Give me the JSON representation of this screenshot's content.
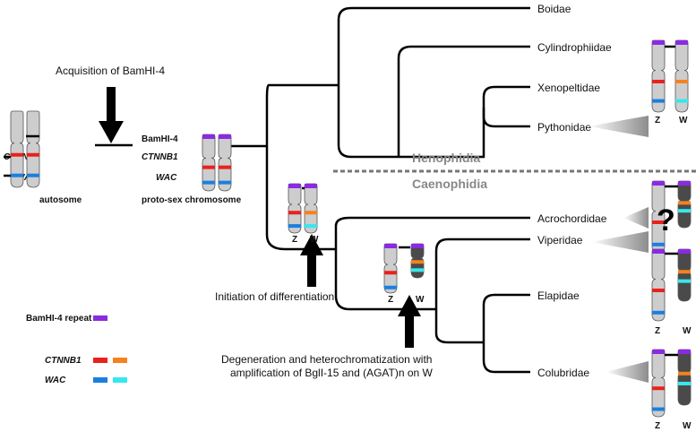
{
  "taxa": {
    "boidae": "Boidae",
    "cylindrophiidae": "Cylindrophiidae",
    "xenopeltidae": "Xenopeltidae",
    "pythonidae": "Pythonidae",
    "acrochordidae": "Acrochordidae",
    "viperidae": "Viperidae",
    "elapidae": "Elapidae",
    "colubridae": "Colubridae"
  },
  "groups": {
    "henophidia": "Henophidia",
    "caenophidia": "Caenophidia"
  },
  "events": {
    "acquisition": "Acquisition of BamHI-4",
    "initiation": "Initiation of differentiation",
    "degeneration_line1": "Degeneration and heterochromatization with",
    "degeneration_line2": "amplification of BglI-15 and (AGAT)n on W"
  },
  "chromosome_labels": {
    "autosome": "autosome",
    "proto": "proto-sex chromosome",
    "bamhi_tag": "BamHI-4",
    "ctnnb1_tag": "CTNNB1",
    "wac_tag": "WAC",
    "z": "Z",
    "w": "W",
    "unknown": "?"
  },
  "legend": {
    "bamhi": "BamHI-4 repeat",
    "ctnnb1": "CTNNB1",
    "wac": "WAC"
  },
  "colors": {
    "bamhi": "#8a2be2",
    "ctnnb1_z": "#e8211d",
    "ctnnb1_w": "#f5821f",
    "wac_z": "#1b7fe0",
    "wac_w": "#35e8ee",
    "z_body": "#cdcdcd",
    "w_body": "#4a4a4a",
    "divider": "#777777"
  }
}
